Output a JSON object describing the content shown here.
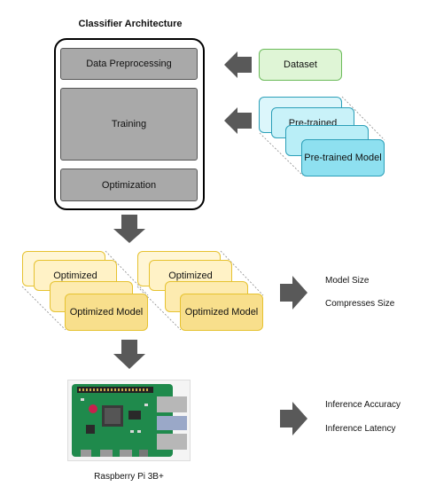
{
  "architecture": {
    "title": "Classifier Architecture",
    "stages": [
      "Data Preprocessing",
      "Training",
      "Optimization"
    ]
  },
  "inputs": {
    "dataset": "Dataset",
    "pretrained_back": "Pre-trained",
    "pretrained_front": "Pre-trained Model"
  },
  "optimized": {
    "back_label": "Optimized",
    "front_label": "Optimized Model"
  },
  "metrics_size": {
    "line1": "Model Size",
    "line2": "Compresses Size"
  },
  "metrics_inference": {
    "line1": "Inference Accuracy",
    "line2": "Inference Latency"
  },
  "device": {
    "caption": "Raspberry Pi 3B+"
  },
  "colors": {
    "arrow": "#595959",
    "green_fill": "#dff5d6",
    "blue_light": "#dcf6fb",
    "blue_mid": "#b9eef7",
    "blue_front": "#8ee0f0",
    "yellow_light": "#fff6d6",
    "yellow_mid": "#fdebb0",
    "yellow_front": "#f8df8c",
    "board_green": "#1f8a4c"
  }
}
